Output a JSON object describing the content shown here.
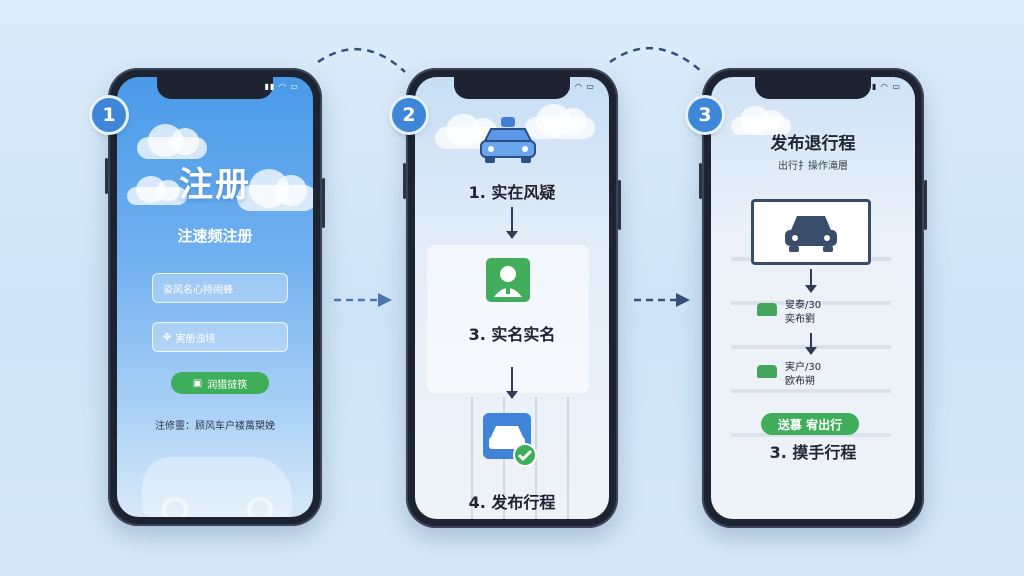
{
  "steps": [
    {
      "badge": "1"
    },
    {
      "badge": "2"
    },
    {
      "badge": "3"
    }
  ],
  "phone1": {
    "status_time": "",
    "title": "注册",
    "subtitle": "注速频注册",
    "input1_text": "姿风名心持闹蜂",
    "input2_text": "実册浊境",
    "button_label": "润猎撻筷",
    "footer": "注修靈：顾风车户褛萬槊娩"
  },
  "phone2": {
    "step1_label": "1. 实在风疑",
    "step2_label": "3. 实名实名",
    "step3_label": "4. 发布行程"
  },
  "phone3": {
    "title": "发布退行程",
    "subtitle": "出行扌操作滝層",
    "row1": {
      "line1": "叟泰/30",
      "line2": "奕布劉"
    },
    "row2": {
      "line1": "実户/30",
      "line2": "欧布朔"
    },
    "button_label": "送慕 宥出行",
    "final_label": "3. 摸手行程"
  },
  "colors": {
    "accent_blue": "#3d86d8",
    "green": "#3fae5a",
    "dark": "#1d2330"
  },
  "icons": [
    "car-icon",
    "person-id-icon",
    "car-check-icon",
    "dashed-arrow-icon"
  ]
}
